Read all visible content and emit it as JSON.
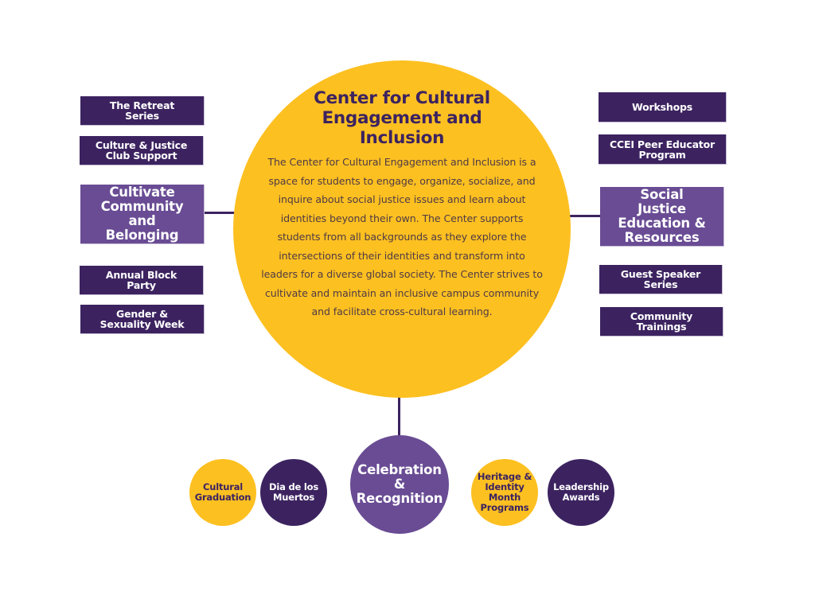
{
  "center": {
    "title": "Center for Cultural Engagement and Inclusion",
    "description": "The Center for Cultural Engagement and Inclusion is a space for students to engage, organize, socialize, and inquire about social justice issues and learn about identities beyond their own. The Center supports students from all backgrounds as they explore the intersections of their identities and transform into leaders for a diverse global society. The Center strives to cultivate and maintain an inclusive campus community and facilitate cross-cultural learning."
  },
  "left_branch": {
    "title": "Cultivate Community and Belonging",
    "items": [
      "The Retreat Series",
      "Culture & Justice Club Support",
      "Annual Block Party",
      "Gender & Sexuality Week"
    ]
  },
  "right_branch": {
    "title": "Social Justice Education & Resources",
    "items": [
      "Workshops",
      "CCEI Peer Educator Program",
      "Guest Speaker Series",
      "Community Trainings"
    ]
  },
  "bottom_branch": {
    "title": "Celebration & Recognition",
    "items": [
      "Cultural Graduation",
      "Dia de los Muertos",
      "Heritage & Identity Month Programs",
      "Leadership Awards"
    ]
  },
  "colors": {
    "gold": "#fdc021",
    "dark_purple": "#3c2360",
    "medium_purple": "#694c94",
    "background": "#ffffff"
  }
}
